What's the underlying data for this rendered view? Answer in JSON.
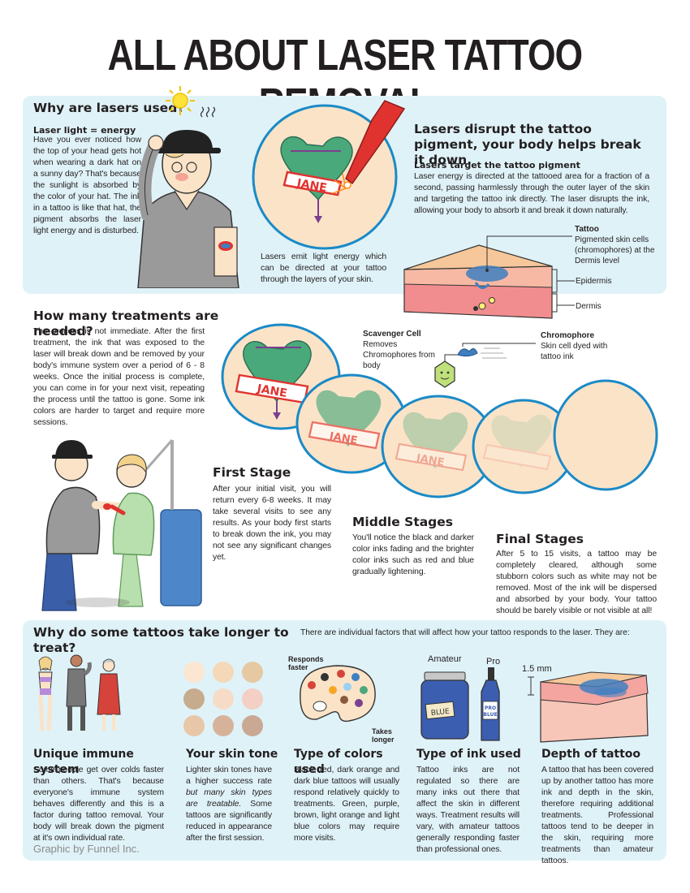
{
  "title": "ALL ABOUT LASER TATTOO REMOVAL",
  "why_lasers": {
    "heading": "Why are lasers used?",
    "sub": "Laser light = energy",
    "text": "Have you ever noticed how the top of your head gets hot when wearing a dark hat on a sunny day? That's because the sunlight is absorbed by the color of your hat. The ink in a tattoo is like that hat, the pigment absorbs the laser light energy and is disturbed.",
    "laser_caption": "Lasers emit light energy which can be directed at your tattoo through the layers of your skin.",
    "tattoo_name": "JANE"
  },
  "disrupt": {
    "heading": "Lasers disrupt the tattoo pigment, your body helps break it down.",
    "sub": "Lasers target the tattoo pigment",
    "text": "Laser energy is directed at the tattooed area for a fraction of a second, passing harmlessly through the outer layer of the skin and targeting the tattoo ink directly. The laser disrupts the ink, allowing your body to absorb it and break it down naturally."
  },
  "diagram": {
    "tattoo_title": "Tattoo",
    "tattoo_desc": "Pigmented skin cells (chromophores) at the Dermis level",
    "epidermis": "Epidermis",
    "dermis": "Dermis",
    "scavenger_title": "Scavenger Cell",
    "scavenger_desc": "Removes Chromophores from body",
    "chromophore_title": "Chromophore",
    "chromophore_desc": "Skin cell dyed with tattoo ink"
  },
  "treatments": {
    "heading": "How many treatments are needed?",
    "text": "The process is not immediate. After the first treatment, the ink that was exposed to the laser will break down and be removed by your body's immune system over a period of 6 - 8 weeks. Once the initial process is complete, you can come in for your next visit, repeating the process until the tattoo is gone. Some ink colors are harder to target and require more sessions."
  },
  "stages": {
    "first_title": "First Stage",
    "first_text": "After your initial visit, you will return every 6-8 weeks. It may take several visits to see any results. As your body first starts to break down the ink, you may not see any significant changes yet.",
    "middle_title": "Middle Stages",
    "middle_text": "You'll notice the black and darker color inks fading and the brighter color inks such as red and blue gradually lightening.",
    "final_title": "Final Stages",
    "final_text": "After 5 to 15 visits, a tattoo may be completely cleared, although some stubborn colors such as white may not be removed.  Most of the ink will be dispersed and absorbed by your body.  Your tattoo should be barely visible or not visible at all!"
  },
  "factors": {
    "heading": "Why do some tattoos take longer to treat?",
    "intro": "There are individual factors that will affect how your tattoo responds to the laser. They are:",
    "immune_title": "Unique immune system",
    "immune_text": "Some people get over colds faster than others. That's because everyone's immune system behaves differently and this is a factor during tattoo removal. Your body will break down the pigment at it's own individual rate.",
    "skin_title": "Your skin tone",
    "skin_text_a": "Lighter skin tones have a higher success rate ",
    "skin_text_em": "but many skin types are treatable.",
    "skin_text_b": " Some tattoos are significantly reduced in appearance after the first session.",
    "colors_title": "Type of colors used",
    "colors_text": "Black, red, dark orange and dark blue tattoos will usually respond relatively quickly to treatments. Green, purple, brown, light orange and light blue colors may require more visits.",
    "responds_faster": "Responds faster",
    "takes_longer": "Takes longer",
    "ink_title": "Type of ink used",
    "ink_text": "Tattoo inks are not regulated so there are many inks out there that affect the skin in different ways. Treatment results will vary, with amateur tattoos generally responding faster than professional ones.",
    "amateur": "Amateur",
    "pro": "Pro",
    "jar_label": "BLUE",
    "bottle_label_1": "PRO",
    "bottle_label_2": "BLUE",
    "depth_title": "Depth of tattoo",
    "depth_text": "A tattoo that has been covered up by another tattoo has more ink and depth in the skin, therefore requiring additional treatments. Professional tattoos tend to be deeper in the skin, requiring more treatments than amateur tattoos.",
    "depth_measure": "1.5 mm"
  },
  "credit": "Graphic by Funnel Inc.",
  "colors": {
    "panel": "#dff2f8",
    "skin": "#fbe3c8",
    "ink_red": "#e0332f",
    "ink_blue": "#3f7fc1",
    "ink_green": "#4aa97b",
    "ink_purple": "#7b3f8f"
  },
  "skin_tones": [
    "#fbe6d2",
    "#f4d8b8",
    "#e6c9a3",
    "#c7ab8d",
    "#f6dcc6",
    "#f3cfc4",
    "#e7c7a8",
    "#d7b29a",
    "#c9a994"
  ]
}
